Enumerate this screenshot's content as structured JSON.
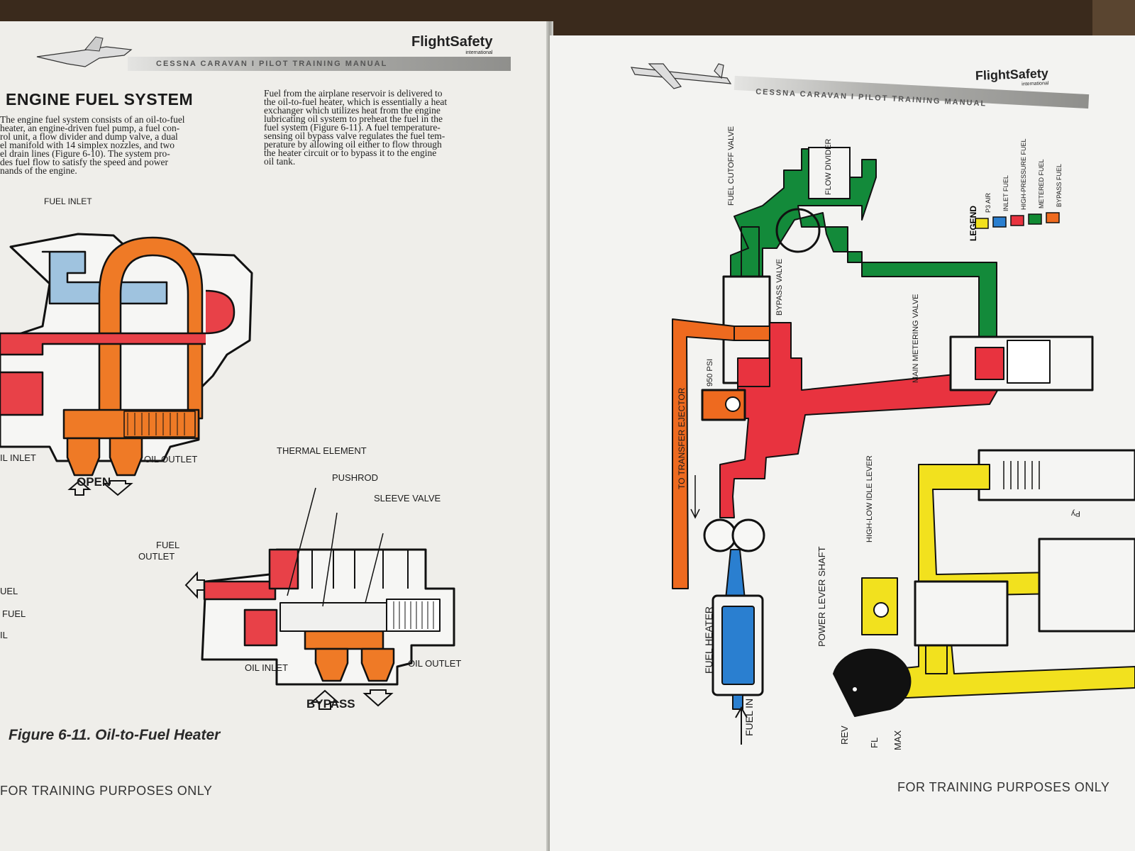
{
  "left_page": {
    "brand": "FlightSafety",
    "brand_sub": "international",
    "manual_title": "CESSNA CARAVAN I PILOT TRAINING MANUAL",
    "heading": "ENGINE FUEL SYSTEM",
    "col1_lines": [
      "The engine fuel system consists of an oil-to-fuel",
      "heater, an engine-driven fuel pump, a fuel con-",
      "rol unit, a flow divider and dump valve, a dual",
      "el manifold with 14 simplex nozzles, and two",
      "el drain lines (Figure 6-10). The system pro-",
      "des fuel flow to satisfy the speed and power",
      "nands of the engine."
    ],
    "col2_lines": [
      "Fuel from the airplane reservoir is delivered to",
      "the oil-to-fuel heater, which is essentially a heat",
      "exchanger which utilizes heat from the engine",
      "lubricating oil system to preheat the fuel in the",
      "fuel system (Figure 6-11). A fuel temperature-",
      "sensing oil bypass valve regulates the fuel tem-",
      "perature by allowing oil either to flow through",
      "the heater circuit or to bypass it to the engine",
      "oil tank."
    ],
    "open_diagram": {
      "fuel_inlet": "FUEL INLET",
      "oil_inlet": "IL INLET",
      "oil_outlet": "OIL OUTLET",
      "caption": "OPEN"
    },
    "bypass_diagram": {
      "thermal_element": "THERMAL ELEMENT",
      "pushrod": "PUSHROD",
      "sleeve_valve": "SLEEVE VALVE",
      "fuel_outlet_1": "FUEL",
      "fuel_outlet_2": "OUTLET",
      "oil_inlet": "OIL INLET",
      "oil_outlet": "OIL OUTLET",
      "caption": "BYPASS"
    },
    "partial_legend": [
      "UEL",
      "FUEL",
      "IL"
    ],
    "figure_caption": "Figure 6-11.   Oil-to-Fuel Heater",
    "footer": "FOR TRAINING PURPOSES ONLY"
  },
  "right_page": {
    "brand": "FlightSafety",
    "brand_sub": "international",
    "manual_title": "CESSNA CARAVAN I PILOT TRAINING MANUAL",
    "labels": {
      "fuel_cutoff_valve": "FUEL CUTOFF VALVE",
      "flow_divider": "FLOW DIVIDER",
      "bypass_valve": "BYPASS VALVE",
      "main_metering_valve": "MAIN METERING VALVE",
      "psi": "950 PSI",
      "to_transfer_ejector": "TO TRANSFER EJECTOR",
      "fuel_heater": "FUEL HEATER",
      "fuel_in": "FUEL IN",
      "power_lever_shaft": "POWER LEVER SHAFT",
      "high_low_idle_lever": "HIGH-LOW IDLE LEVER",
      "rev": "REV",
      "fl": "FL",
      "max": "MAX",
      "py": "Py"
    },
    "legend": {
      "title": "LEGEND",
      "items": [
        {
          "label": "P3 AIR",
          "color": "#f2e11e"
        },
        {
          "label": "INLET FUEL",
          "color": "#2a7fd0"
        },
        {
          "label": "HIGH-PRESSURE FUEL",
          "color": "#e8333f"
        },
        {
          "label": "METERED FUEL",
          "color": "#118a33"
        },
        {
          "label": "BYPASS FUEL",
          "color": "#ee6a1f"
        }
      ]
    },
    "footer": "FOR TRAINING PURPOSES ONLY"
  }
}
